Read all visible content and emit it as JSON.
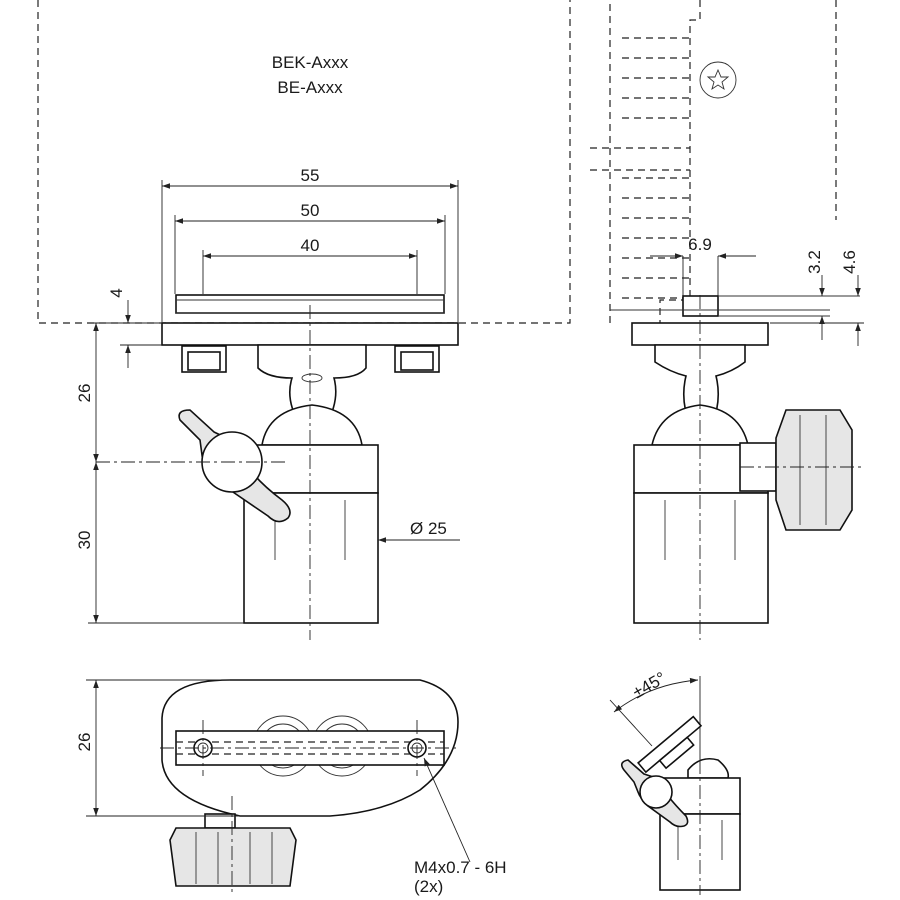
{
  "labels": {
    "model_line1": "BEK-Axxx",
    "model_line2": "BE-Axxx",
    "thread_line1": "M4x0.7 - 6H",
    "thread_line2": "(2x)",
    "angle": "±45°"
  },
  "dimensions": {
    "width_55": "55",
    "width_50": "50",
    "width_40": "40",
    "plate_4": "4",
    "height_26": "26",
    "height_30": "30",
    "diameter": "Ø 25",
    "slot_6_9": "6.9",
    "depth_3_2": "3.2",
    "depth_4_6": "4.6",
    "top_26": "26"
  }
}
